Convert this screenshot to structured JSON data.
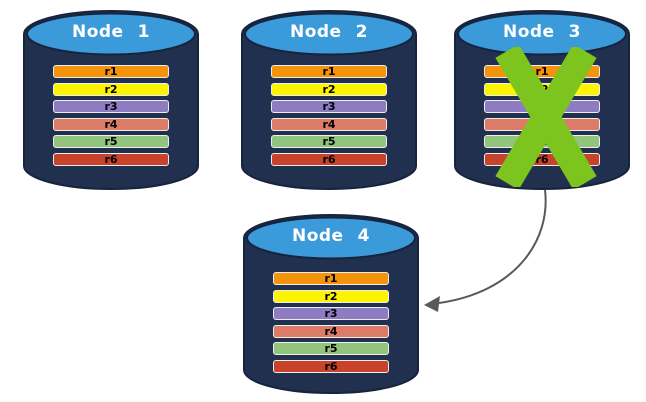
{
  "nodes": [
    {
      "label": "Node 1",
      "failed": false
    },
    {
      "label": "Node 2",
      "failed": false
    },
    {
      "label": "Node 3",
      "failed": true
    },
    {
      "label": "Node 4",
      "failed": false
    }
  ],
  "replicas": [
    {
      "label": "r1",
      "color": "#F5930B"
    },
    {
      "label": "r2",
      "color": "#FCF400"
    },
    {
      "label": "r3",
      "color": "#8E7CC3"
    },
    {
      "label": "r4",
      "color": "#DC7B67"
    },
    {
      "label": "r5",
      "color": "#93C47E"
    },
    {
      "label": "r6",
      "color": "#C8432C"
    }
  ],
  "colors": {
    "background": "#FFFFFF",
    "cylinder_body": "#21304E",
    "cylinder_outline": "#16243E",
    "cylinder_top": "#3B9AD9",
    "node_label_text": "#FFFFFF",
    "replica_label_text": "#000000",
    "replica_border": "#EDEDED",
    "failure_x": "#7DC41F",
    "arrow": "#595959"
  },
  "icons": {
    "failure_x": "green-x-failure-mark-over-node-3",
    "arrow": "curved-arrow-from-node-3-to-node-4"
  }
}
